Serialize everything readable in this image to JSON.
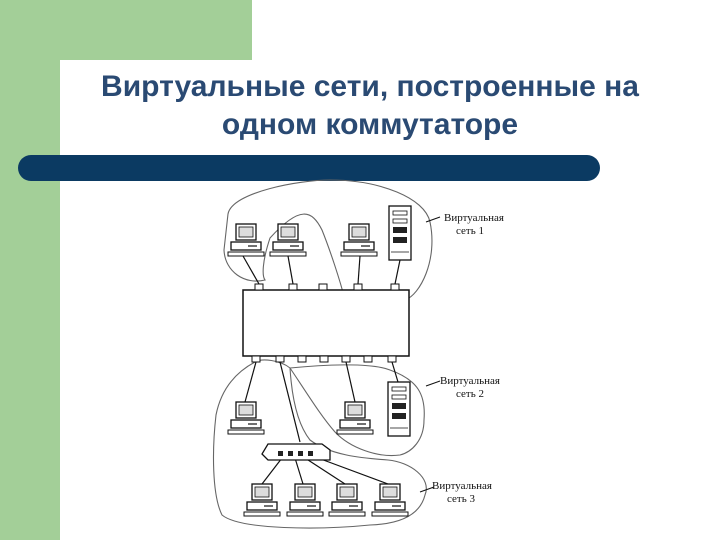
{
  "title": {
    "line1": "Виртуальные сети, построенные на",
    "line2": "одном коммутаторе"
  },
  "diagram": {
    "network_1": {
      "line1": "Виртуальная",
      "line2": "сеть 1"
    },
    "network_2": {
      "line1": "Виртуальная",
      "line2": "сеть 2"
    },
    "network_3": {
      "line1": "Виртуальная",
      "line2": "сеть 3"
    }
  },
  "colors": {
    "sidebar": "#a3cf98",
    "title": "#2a4a73",
    "rule": "#0b3a62"
  }
}
